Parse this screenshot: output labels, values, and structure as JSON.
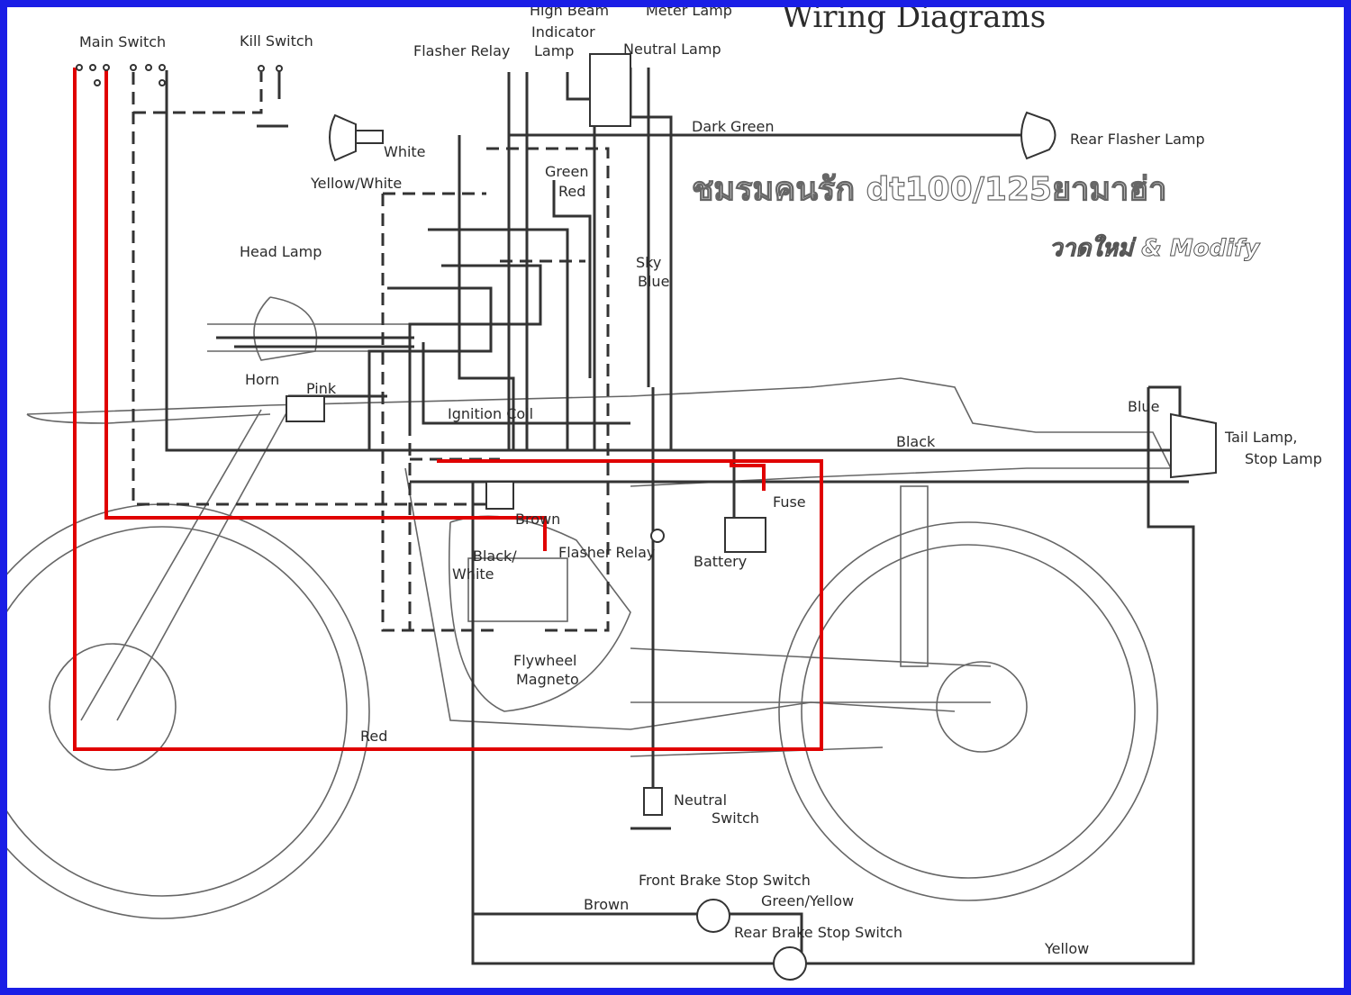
{
  "diagram": {
    "title": "Wiring Diagrams",
    "watermark": "ชมรมคนรัก dt100/125ยามาฮ่า",
    "watermark_sub": "วาดใหม่ & Modify",
    "colors": {
      "border": "#1a1ee6",
      "highlight": "#e00000",
      "ink": "#333333"
    },
    "labels": {
      "main_switch": "Main Switch",
      "kill_switch": "Kill Switch",
      "high_beam": "High Beam",
      "indicator": "Indicator",
      "lamp": "Lamp",
      "meter_lamp": "Meter Lamp",
      "flasher_relay_top": "Flasher Relay",
      "neutral_lamp": "Neutral Lamp",
      "dark_green": "Dark Green",
      "rear_flasher_lamp": "Rear Flasher Lamp",
      "white": "White",
      "yellow_white": "Yellow/White",
      "green": "Green",
      "red_top": "Red",
      "head_lamp": "Head Lamp",
      "sky": "Sky",
      "blue_wire": "Blue",
      "horn": "Horn",
      "pink": "Pink",
      "ignition_coil": "Ignition Coil",
      "blue_tail": "Blue",
      "black": "Black",
      "tail_lamp": "Tail Lamp,",
      "stop_lamp": "Stop Lamp",
      "fuse": "Fuse",
      "brown_mid": "Brown",
      "black_white_1": "Black/",
      "black_white_2": "White",
      "flasher_relay": "Flasher Relay",
      "battery": "Battery",
      "flywheel": "Flywheel",
      "magneto": "Magneto",
      "red_bottom": "Red",
      "neutral": "Neutral",
      "switch": "Switch",
      "front_brake": "Front Brake Stop Switch",
      "green_yellow": "Green/Yellow",
      "brown_bottom": "Brown",
      "rear_brake": "Rear Brake Stop Switch",
      "yellow": "Yellow"
    }
  }
}
